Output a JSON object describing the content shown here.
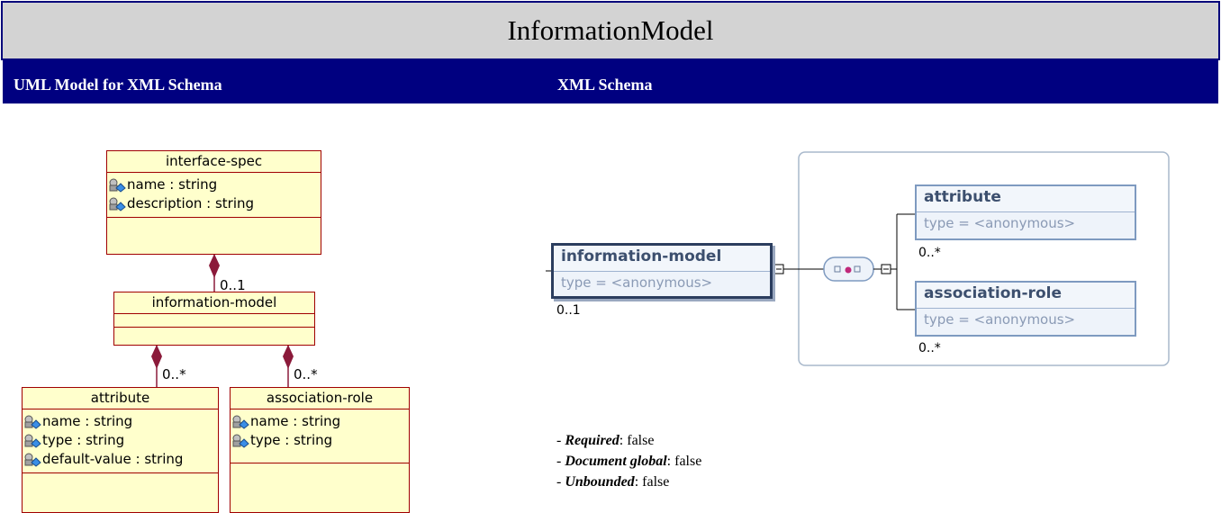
{
  "page": {
    "title": "InformationModel"
  },
  "sections": {
    "uml_heading": "UML Model for XML Schema",
    "xsd_heading": "XML Schema"
  },
  "uml": {
    "classes": {
      "interface_spec": {
        "name": "interface-spec",
        "attrs": [
          "name : string",
          "description : string"
        ]
      },
      "information_model": {
        "name": "information-model",
        "attrs": []
      },
      "attribute": {
        "name": "attribute",
        "attrs": [
          "name : string",
          "type : string",
          "default-value : string"
        ]
      },
      "association_role": {
        "name": "association-role",
        "attrs": [
          "name : string",
          "type : string"
        ]
      }
    },
    "multiplicities": {
      "info_to_spec": "0..1",
      "attr_to_info": "0..*",
      "assoc_to_info": "0..*"
    },
    "colors": {
      "class_fill": "#ffffcc",
      "class_border": "#a00000",
      "diamond": "#8b1a3a"
    }
  },
  "xsd": {
    "root": {
      "name": "information-model",
      "type": "type = <anonymous>",
      "mult": "0..1"
    },
    "children": [
      {
        "name": "attribute",
        "type": "type = <anonymous>",
        "mult": "0..*"
      },
      {
        "name": "association-role",
        "type": "type = <anonymous>",
        "mult": "0..*"
      }
    ],
    "compositor_icon": "sequence-compositor-icon",
    "colors": {
      "box_border": "#7e9ac0",
      "group_border": "#a9b9cc"
    }
  },
  "properties": [
    {
      "label": "Required",
      "value": "false"
    },
    {
      "label": "Document global",
      "value": "false"
    },
    {
      "label": "Unbounded",
      "value": "false"
    }
  ]
}
